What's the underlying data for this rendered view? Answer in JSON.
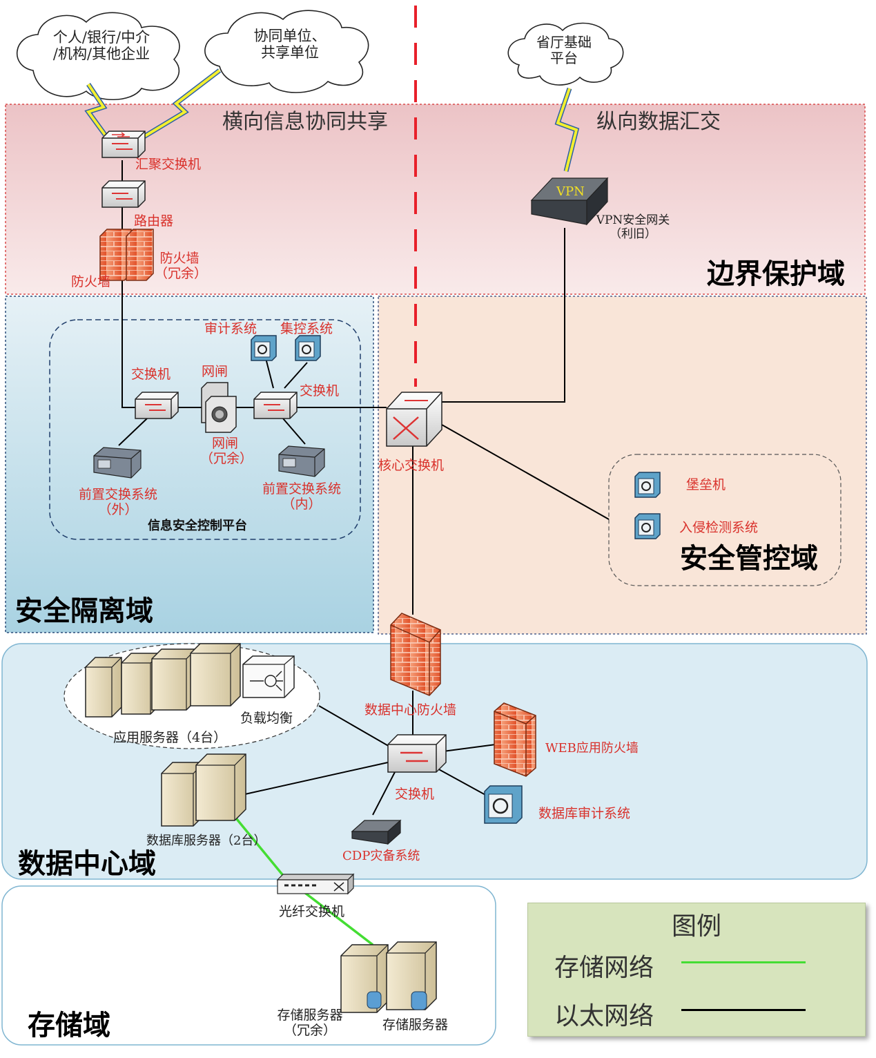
{
  "zones": {
    "border": "边界保护域",
    "isolation": "安全隔离域",
    "management": "安全管控域",
    "datacenter": "数据中心域",
    "storage": "存储域"
  },
  "banners": {
    "horizontal": "横向信息协同共享",
    "vertical": "纵向数据汇交"
  },
  "clouds": {
    "public_line1": "个人/银行/中介",
    "public_line2": "/机构/其他企业",
    "partner_line1": "协同单位、",
    "partner_line2": "共享单位",
    "province_line1": "省厅基础",
    "province_line2": "平台"
  },
  "devices": {
    "agg_switch": "汇聚交换机",
    "router": "路由器",
    "firewall": "防火墙",
    "firewall_redundant_line1": "防火墙",
    "firewall_redundant_line2": "（冗余）",
    "vpn_text": "VPN",
    "vpn_gateway_line1": "VPN安全网关",
    "vpn_gateway_line2": "（利旧）",
    "audit_system": "审计系统",
    "central_control": "集控系统",
    "switch_outer": "交换机",
    "gatekeeper": "网闸",
    "gatekeeper_redundant_line1": "网闸",
    "gatekeeper_redundant_line2": "（冗余）",
    "switch_inner": "交换机",
    "front_exchange_outer_line1": "前置交换系统",
    "front_exchange_outer_line2": "（外）",
    "front_exchange_inner_line1": "前置交换系统",
    "front_exchange_inner_line2": "（内）",
    "info_security_platform": "信息安全控制平台",
    "core_switch": "核心交换机",
    "bastion": "堡垒机",
    "ids": "入侵检测系统",
    "dc_firewall": "数据中心防火墙",
    "app_servers": "应用服务器（4台）",
    "load_balancer": "负载均衡",
    "waf": "WEB应用防火墙",
    "dc_switch": "交换机",
    "db_audit": "数据库审计系统",
    "db_servers": "数据库服务器（2台）",
    "cdp": "CDP灾备系统",
    "fiber_switch": "光纤交换机",
    "storage_redundant_line1": "存储服务器",
    "storage_redundant_line2": "（冗余）",
    "storage_server": "存储服务器"
  },
  "legend": {
    "title": "图例",
    "storage_net": "存储网络",
    "ethernet": "以太网络"
  },
  "colors": {
    "storage_line": "#44dd33",
    "ethernet_line": "#000000",
    "device_red": "#d9312b",
    "divider": "#e8202a"
  }
}
